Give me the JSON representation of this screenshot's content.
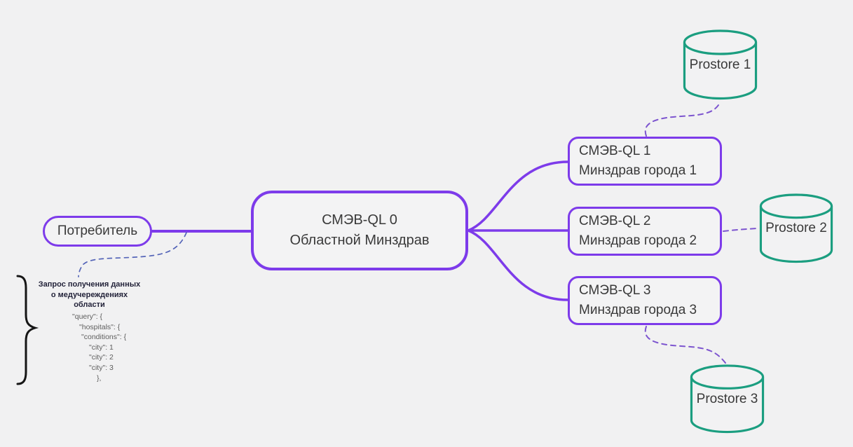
{
  "colors": {
    "background": "#f1f1f2",
    "node_border": "#7d3bea",
    "datastore_border": "#1b9e80",
    "edge_solid": "#7d3bea",
    "edge_dashed": "#7d55cf",
    "annotation_edge": "#5565b8",
    "node_text": "#3a3a3a",
    "annotation_title_text": "#23233a",
    "annotation_code_text": "#5e5e5e",
    "brace_color": "#161616"
  },
  "nodes": {
    "consumer": {
      "label": "Потребитель"
    },
    "central": {
      "line1": "СМЭВ-QL 0",
      "line2": "Областной Минздрав"
    },
    "city1": {
      "line1": "СМЭВ-QL 1",
      "line2": "Минздрав города 1"
    },
    "city2": {
      "line1": "СМЭВ-QL 2",
      "line2": "Минздрав города 2"
    },
    "city3": {
      "line1": "СМЭВ-QL 3",
      "line2": "Минздрав города 3"
    }
  },
  "datastores": {
    "prostore1": {
      "label": "Prostore 1"
    },
    "prostore2": {
      "label": "Prostore 2"
    },
    "prostore3": {
      "label": "Prostore 3"
    }
  },
  "annotation": {
    "title_lines": [
      "Запрос получения данных",
      "о медучереждениях",
      "области"
    ],
    "code_lines": [
      "\"query\": {",
      "\"hospitals\": {",
      "\"conditions\": {",
      "\"city\": 1",
      "\"city\": 2",
      "\"city\": 3",
      "},"
    ]
  }
}
